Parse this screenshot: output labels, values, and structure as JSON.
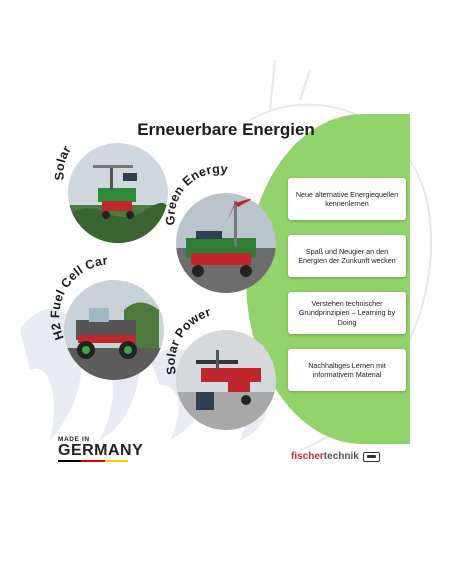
{
  "title": "Erneuerbare Energien",
  "models": [
    {
      "label": "Solar"
    },
    {
      "label": "Green Energy"
    },
    {
      "label": "H2 Fuel Cell Car"
    },
    {
      "label": "Solar Power"
    }
  ],
  "benefits": [
    {
      "text": "Neue alternative Energiequellen kennenlernen"
    },
    {
      "text": "Spaß und Neugier an den Energien der Zunkunft wecken"
    },
    {
      "text": "Verstehen technischer Grundprinzipien – Learning by Doing"
    },
    {
      "text": "Nachhaltiges Lernen mit informativem Material"
    }
  ],
  "made_in": {
    "small": "MADE IN",
    "big": "GERMANY"
  },
  "brand": {
    "part1": "fischer",
    "part2": "technik"
  },
  "colors": {
    "accent_green": "#93d36b",
    "brand_red": "#d9262b",
    "flag_black": "#000000",
    "flag_red": "#dd0000",
    "flag_gold": "#ffce00"
  },
  "icons": [
    "logo-watermark",
    "flag-stripe-icon",
    "brand-badge-icon"
  ]
}
